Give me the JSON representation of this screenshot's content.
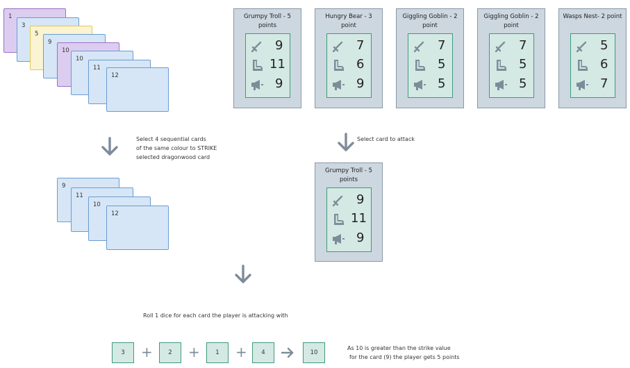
{
  "hand_cards": [
    {
      "label": "1",
      "color": "purple"
    },
    {
      "label": "3",
      "color": "blue"
    },
    {
      "label": "5",
      "color": "yellow"
    },
    {
      "label": "9",
      "color": "blue"
    },
    {
      "label": "10",
      "color": "purple"
    },
    {
      "label": "10",
      "color": "blue"
    },
    {
      "label": "11",
      "color": "blue"
    },
    {
      "label": "12",
      "color": "blue"
    }
  ],
  "dragonwood_cards": [
    {
      "title": "Grumpy Troll - 5 points",
      "strike": "9",
      "stomp": "11",
      "scream": "9"
    },
    {
      "title": "Hungry Bear - 3 point",
      "strike": "7",
      "stomp": "6",
      "scream": "9"
    },
    {
      "title": "Giggling Goblin - 2 point",
      "strike": "7",
      "stomp": "5",
      "scream": "5"
    },
    {
      "title": "Giggling Goblin - 2 point",
      "strike": "7",
      "stomp": "5",
      "scream": "5"
    },
    {
      "title": "Wasps Nest- 2 point",
      "strike": "5",
      "stomp": "6",
      "scream": "7"
    }
  ],
  "selected_cards": [
    "9",
    "11",
    "10",
    "12"
  ],
  "attack_card": {
    "title": "Grumpy Troll - 5 points",
    "strike": "9",
    "stomp": "11",
    "scream": "9"
  },
  "instructions": {
    "select_sequential": [
      "Select 4 sequential cards",
      "of the same colour to STRIKE",
      "selected dragonwood card"
    ],
    "select_attack": "Select card to attack",
    "roll": "Roll 1 dice for each card the player is attacking with",
    "result": [
      "As 10 is greater than the strike value",
      "for the card  (9) the player gets 5 points"
    ]
  },
  "dice": [
    "3",
    "2",
    "1",
    "4"
  ],
  "dice_total": "10",
  "icons": {
    "strike": "sword-icon",
    "stomp": "boot-icon",
    "scream": "megaphone-icon",
    "arrow": "arrow-down-icon"
  },
  "colors": {
    "card_bg": "#cdd7e0",
    "inner_bg": "#d4e9e3",
    "inner_border": "#3d9a7c",
    "blue": "#d6e6f6",
    "purple": "#dccdf0",
    "yellow": "#fbf4d2",
    "arrow": "#7e8c99"
  }
}
